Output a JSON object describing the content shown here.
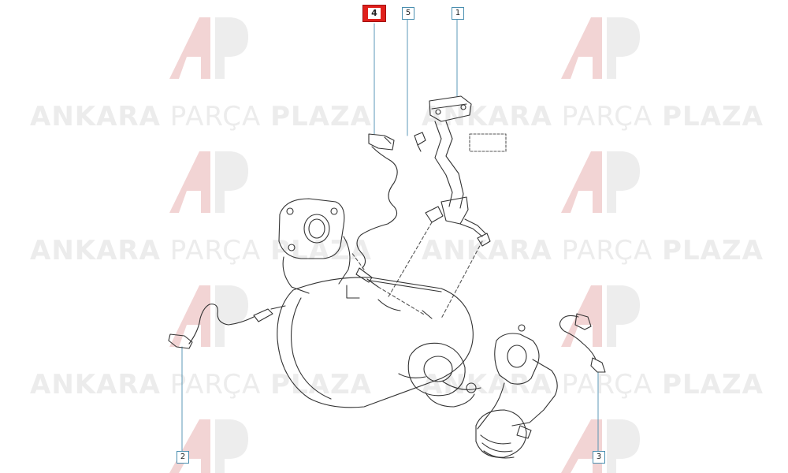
{
  "watermark": {
    "word1": "ANKARA",
    "word2": "PARÇA",
    "word3": "PLAZA",
    "logo": "AP"
  },
  "callouts": [
    {
      "id": "4",
      "label": "4",
      "active": true
    },
    {
      "id": "5",
      "label": "5",
      "active": false
    },
    {
      "id": "1",
      "label": "1",
      "active": false
    },
    {
      "id": "2",
      "label": "2",
      "active": false
    },
    {
      "id": "3",
      "label": "3",
      "active": false
    }
  ],
  "colors": {
    "line": "#333333",
    "leader": "#4a8fb0",
    "active": "#e0201c",
    "watermark": "#ececec",
    "logo_red": "#f2d4d4",
    "logo_grey": "#ededed"
  }
}
